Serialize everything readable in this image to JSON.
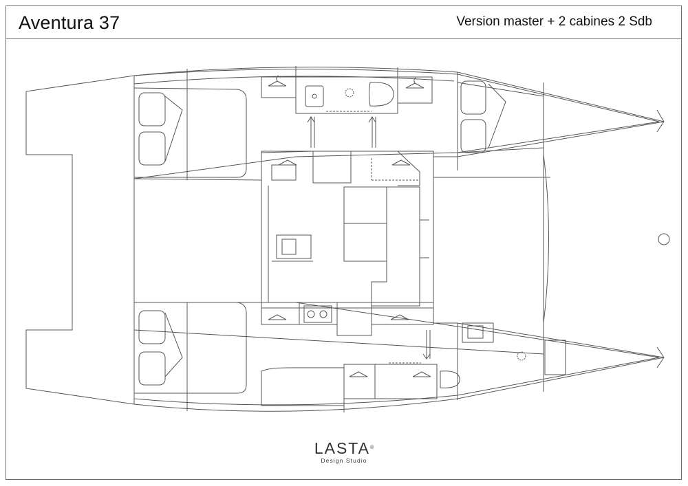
{
  "header": {
    "model": "Aventura 37",
    "version": "Version master + 2 cabines 2 Sdb"
  },
  "logo": {
    "wordmark": "LASTA",
    "registered": "®",
    "tagline": "Design Studio"
  },
  "colors": {
    "line": "#555555",
    "frame": "#6a6a6a",
    "text": "#111111"
  }
}
